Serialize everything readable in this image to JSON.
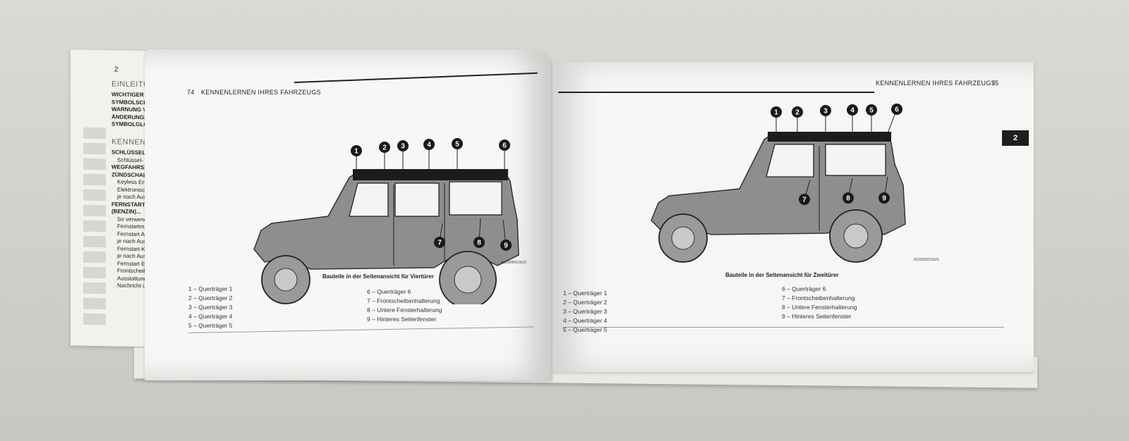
{
  "back_page": {
    "page_number": "2",
    "section1": "EINLEITU",
    "section2": "KENNENL",
    "toc": [
      {
        "t": "WICHTIGER",
        "b": true
      },
      {
        "t": "SYMBOLSCH",
        "b": true
      },
      {
        "t": "WARNUNG V",
        "b": true
      },
      {
        "t": "ÄNDERUNGE",
        "b": true
      },
      {
        "t": "SYMBOLGLO",
        "b": true
      },
      {
        "t": "SCHLÜSSEL .",
        "b": true
      },
      {
        "t": "Schlüssel-",
        "b": false
      },
      {
        "t": "WEGFAHRSP",
        "b": true
      },
      {
        "t": "ZÜNDSCHALT",
        "b": true
      },
      {
        "t": "Keyless En",
        "b": false
      },
      {
        "t": "Elektronisc",
        "b": false
      },
      {
        "t": "je nach Aus",
        "b": false
      },
      {
        "t": "FERNSTART -",
        "b": true
      },
      {
        "t": "(BENZIN)...",
        "b": true
      },
      {
        "t": "So verwenc",
        "b": false
      },
      {
        "t": "Fernstartm",
        "b": false
      },
      {
        "t": "Fernstart Al",
        "b": false
      },
      {
        "t": "je nach Aus",
        "b": false
      },
      {
        "t": "Fernstart-K",
        "b": false
      },
      {
        "t": "je nach Aus",
        "b": false
      },
      {
        "t": "Fernstart Er",
        "b": false
      },
      {
        "t": "Frontscheib",
        "b": false
      },
      {
        "t": "Ausstattung",
        "b": false
      },
      {
        "t": "Nachricht ül",
        "b": false
      }
    ]
  },
  "left": {
    "page_number": "74",
    "header": "KENNENLERNEN IHRES FAHRZEUGS",
    "caption": "Bauteile in der Seitenansicht für Viertürer",
    "image_code": "A22330001SUS",
    "legend_left": [
      "1 – Querträger 1",
      "2 – Querträger 2",
      "3 – Querträger 3",
      "4 – Querträger 4",
      "5 – Querträger 5"
    ],
    "legend_right": [
      "6 – Querträger 6",
      "7 – Frontscheibenhalterung",
      "8 – Untere Fensterhalterung",
      "9 – Hinteres Seitenfenster"
    ],
    "callouts": [
      "1",
      "2",
      "3",
      "4",
      "5",
      "6",
      "7",
      "8",
      "9"
    ]
  },
  "right": {
    "page_number": "75",
    "header": "KENNENLERNEN IHRES FAHRZEUGS",
    "caption": "Bauteile in der Seitenansicht für Zweitürer",
    "image_code": "A22330001SUS",
    "legend_left": [
      "1 – Querträger 1",
      "2 – Querträger 2",
      "3 – Querträger 3",
      "4 – Querträger 4",
      "5 – Querträger 5"
    ],
    "legend_right": [
      "6 – Querträger 6",
      "7 – Frontscheibenhalterung",
      "8 – Untere Fensterhalterung",
      "9 – Hinteres Seitenfenster"
    ],
    "callouts": [
      "1",
      "2",
      "3",
      "4",
      "5",
      "6",
      "7",
      "8",
      "9"
    ],
    "chapter_tab": "2"
  }
}
